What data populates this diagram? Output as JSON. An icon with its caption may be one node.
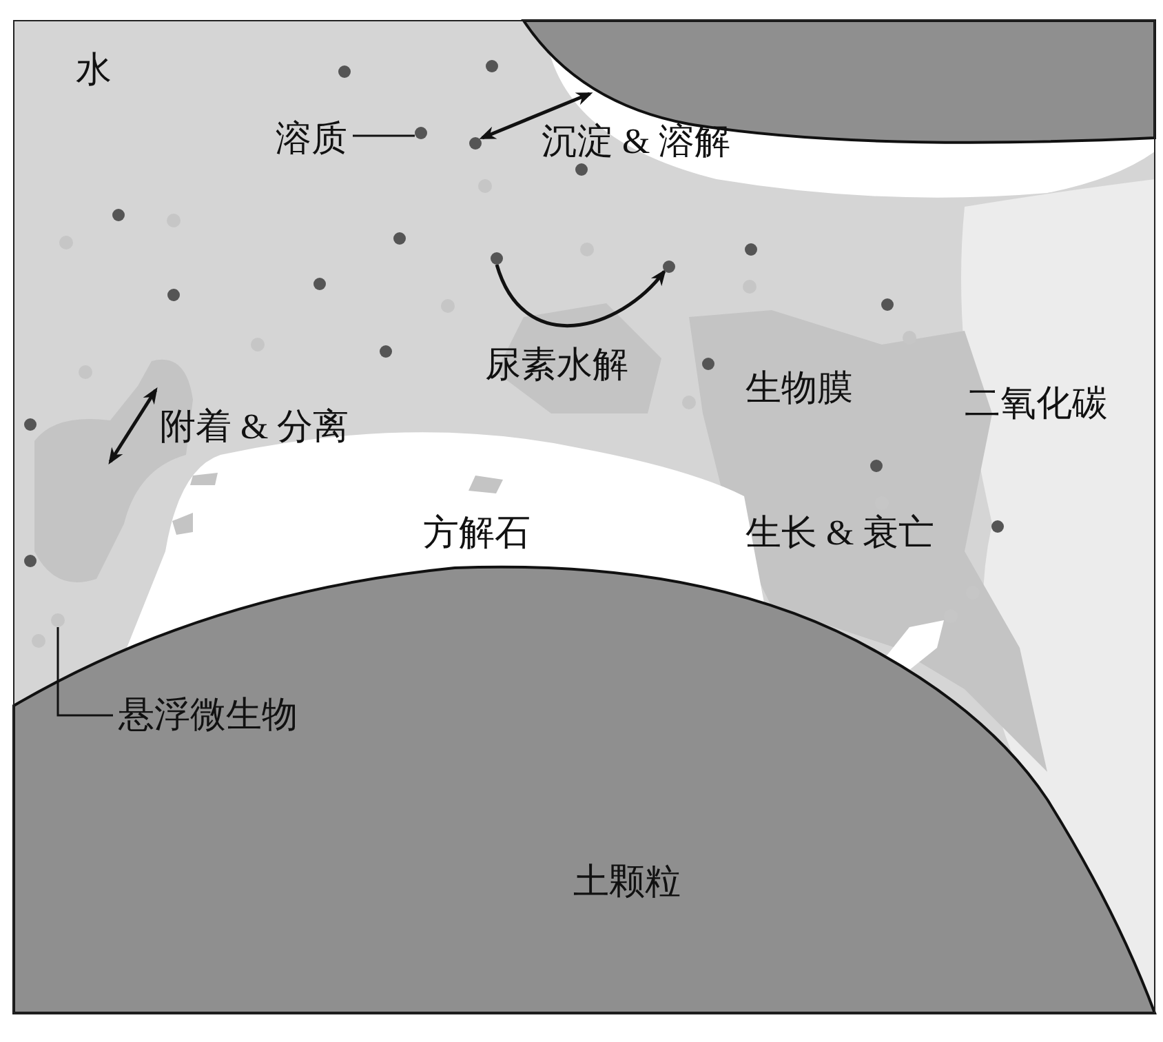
{
  "diagram": {
    "nodes": [
      {
        "text": [
          "溶质"
        ]
      },
      {
        "text": [],
        "shape": "circle"
      },
      {
        "text": [],
        "shape": "circle"
      },
      {
        "text": [],
        "shape": "circle"
      },
      {
        "text": [],
        "shape": "circle"
      },
      {
        "text": [
          "悬浮微生物"
        ]
      }
    ],
    "edges": [
      {
        "from": 0,
        "to": 1,
        "arrow": "none"
      },
      {
        "from": 2,
        "to": 3,
        "arrow": "to",
        "label": "尿素水解"
      },
      {
        "from": 5,
        "to": 4,
        "arrow": "none"
      }
    ],
    "labels": [
      "水",
      "沉淀 & 溶解",
      "生物膜",
      "二氧化碳",
      "附着 & 分离",
      "方解石",
      "生长 & 衰亡",
      "土颗粒"
    ]
  }
}
